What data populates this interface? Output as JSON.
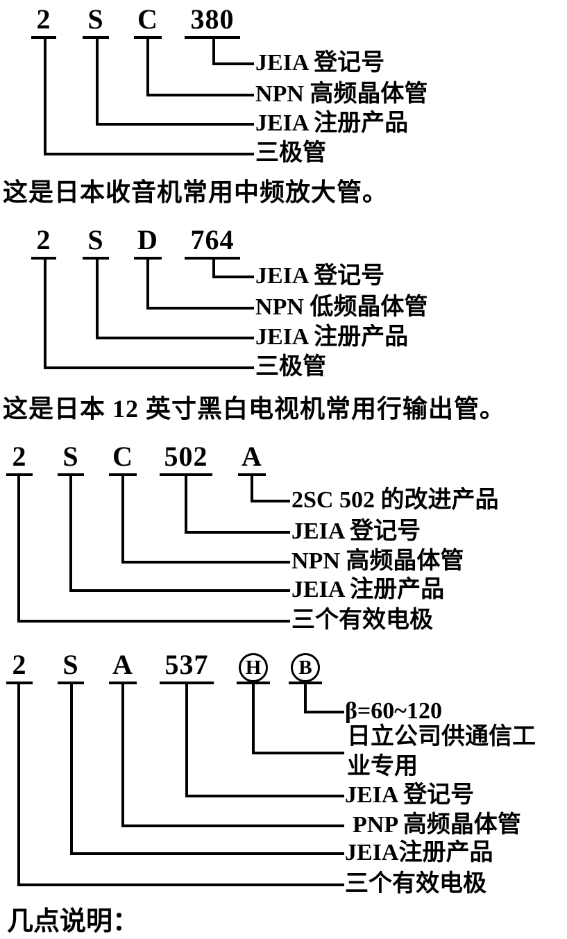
{
  "colors": {
    "ink": "#000000",
    "paper": "#ffffff"
  },
  "diagrams": [
    {
      "id": "2SC380",
      "code": [
        "2",
        "S",
        "C",
        "380"
      ],
      "labels": [
        "JEIA 登记号",
        "NPN 高频晶体管",
        "JEIA 注册产品",
        "三极管"
      ],
      "caption": "这是日本收音机常用中频放大管。"
    },
    {
      "id": "2SD764",
      "code": [
        "2",
        "S",
        "D",
        "764"
      ],
      "labels": [
        "JEIA 登记号",
        "NPN 低频晶体管",
        "JEIA 注册产品",
        "三极管"
      ],
      "caption": "这是日本 12 英寸黑白电视机常用行输出管。"
    },
    {
      "id": "2SC502A",
      "code": [
        "2",
        "S",
        "C",
        "502",
        "A"
      ],
      "labels": [
        "2SC 502 的改进产品",
        "JEIA 登记号",
        "NPN 高频晶体管",
        "JEIA 注册产品",
        "三个有效电极"
      ]
    },
    {
      "id": "2SA537HB",
      "code": [
        "2",
        "S",
        "A",
        "537",
        "H",
        "B"
      ],
      "labels": [
        "β=60~120",
        "日立公司供通信工",
        "业专用",
        "JEIA 登记号",
        "PNP 高频晶体管",
        "JEIA注册产品",
        "三个有效电极"
      ]
    }
  ],
  "footer": "几点说明："
}
